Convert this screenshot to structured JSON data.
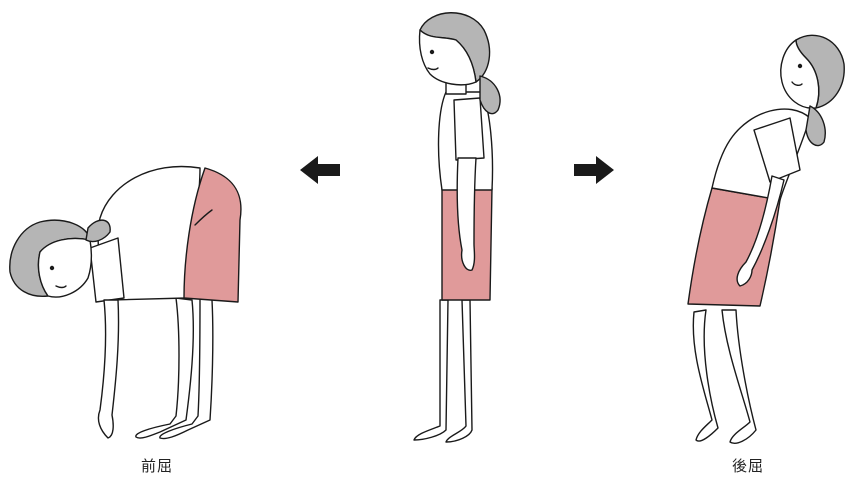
{
  "captions": {
    "forward_bend": "前屈",
    "backward_bend": "後屈"
  },
  "figures": [
    {
      "role": "forward-bend",
      "hair": "#b5b5b5",
      "shorts": "#e09a9a"
    },
    {
      "role": "standing",
      "hair": "#b5b5b5",
      "shorts": "#e09a9a"
    },
    {
      "role": "backward-bend",
      "hair": "#b5b5b5",
      "shorts": "#e09a9a"
    }
  ],
  "arrows": [
    "left",
    "right"
  ],
  "colors": {
    "line": "#1a1a1a",
    "hair": "#b5b5b5",
    "shorts": "#e09a9a",
    "skin": "#ffffff"
  }
}
